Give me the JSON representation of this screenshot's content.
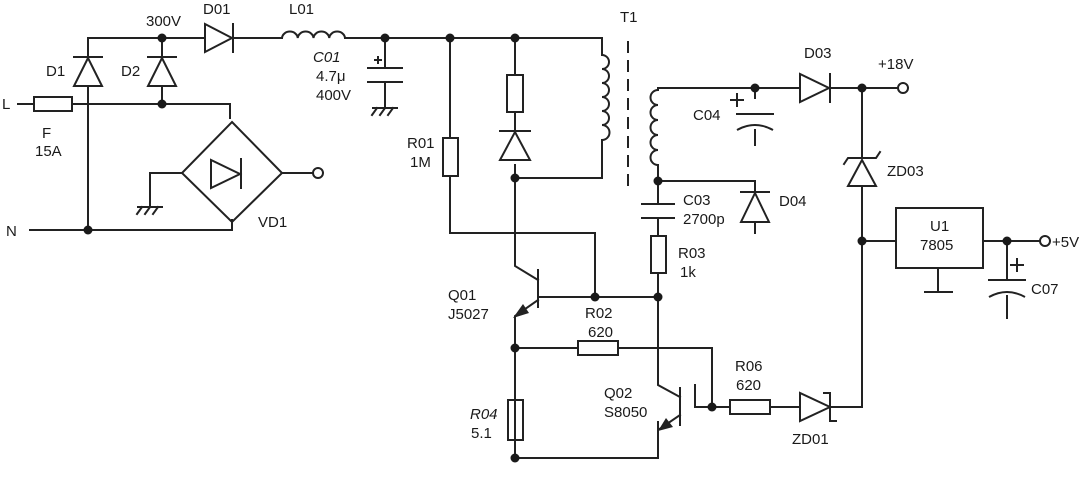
{
  "labels": {
    "v300": "300V",
    "d01": "D01",
    "l01": "L01",
    "t1": "T1",
    "c01": "C01",
    "c01_val": "4.7μ",
    "c01_v": "400V",
    "d1": "D1",
    "d2": "D2",
    "l": "L",
    "f": "F",
    "f_val": "15A",
    "n": "N",
    "vd1": "VD1",
    "r01": "R01",
    "r01_val": "1M",
    "d03": "D03",
    "plus18": "+18V",
    "c04": "C04",
    "zd03": "ZD03",
    "c03": "C03",
    "c03_val": "2700p",
    "d04": "D04",
    "r03": "R03",
    "r03_val": "1k",
    "u1": "U1",
    "u1_val": "7805",
    "plus5": "+5V",
    "c07": "C07",
    "q01": "Q01",
    "q01_val": "J5027",
    "r02": "R02",
    "r02_val": "620",
    "r04": "R04",
    "r04_val": "5.1",
    "q02": "Q02",
    "q02_val": "S8050",
    "r06": "R06",
    "r06_val": "620",
    "zd01": "ZD01"
  }
}
